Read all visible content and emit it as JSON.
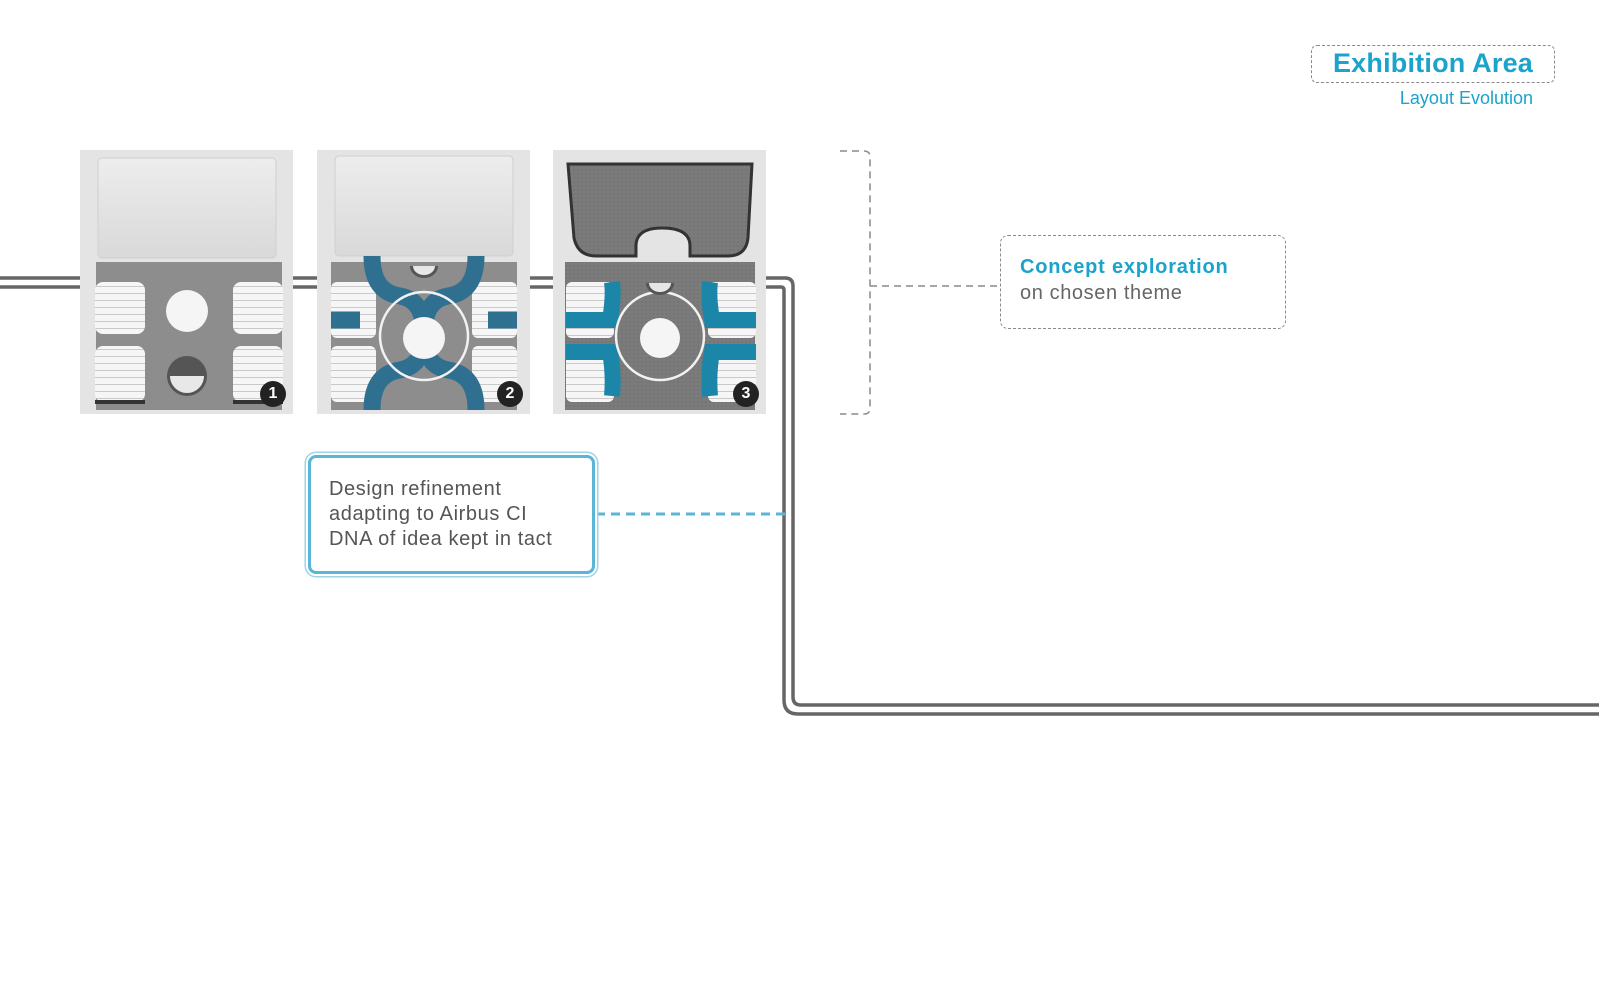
{
  "header": {
    "title": "Exhibition Area",
    "subtitle": "Layout Evolution"
  },
  "concept": {
    "title": "Concept exploration",
    "subtitle": "on chosen theme"
  },
  "refinement": {
    "lines": [
      "Design refinement",
      "adapting to Airbus CI",
      "DNA of idea kept in tact"
    ]
  },
  "layouts": [
    {
      "number": "1",
      "flooring": "plain-grey"
    },
    {
      "number": "2",
      "flooring": "blue-ring-paths"
    },
    {
      "number": "3",
      "flooring": "blue-ring-paths-curved-wall"
    }
  ],
  "colors": {
    "accent": "#1ba3cc",
    "track": "#666666",
    "path_blue": "#2f6f90",
    "path_teal": "#1c86a8",
    "floor_grey": "#8d8d8d",
    "badge": "#222222"
  }
}
